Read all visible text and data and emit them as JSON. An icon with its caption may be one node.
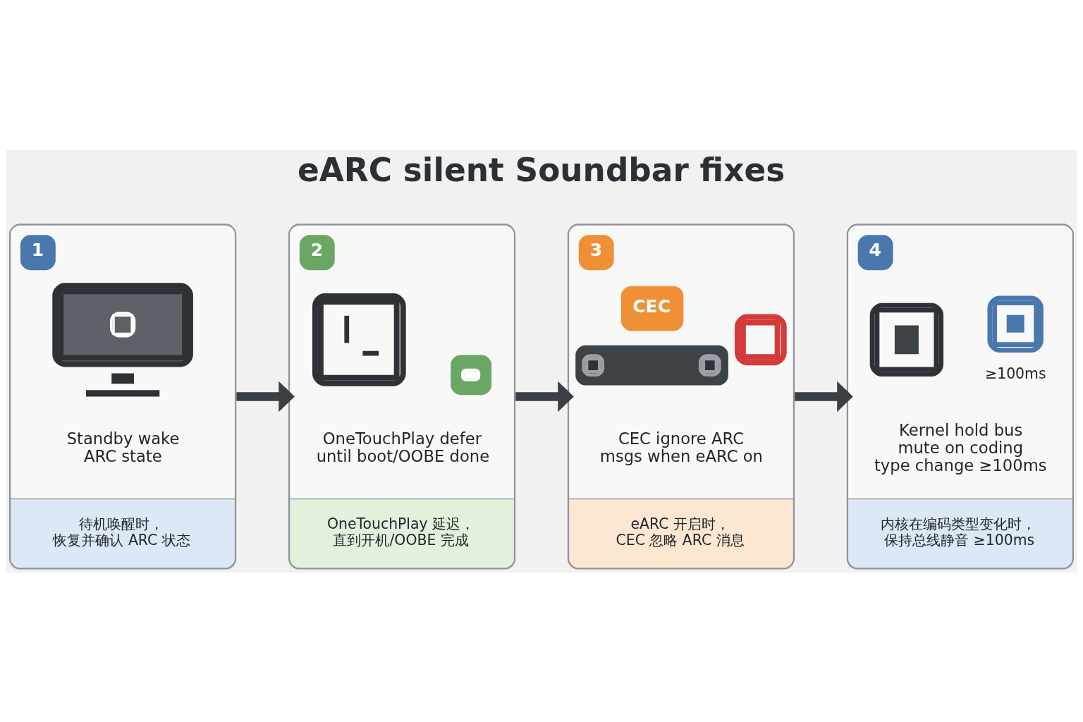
{
  "diagram": {
    "title": "eARC silent Soundbar fixes",
    "nodes": [
      {
        "text": [
          "1",
          "Standby wake ARC state",
          "待机唤醒时，恢复并确认 ARC 状态"
        ]
      },
      {
        "text": [
          "2",
          "OneTouchPlay defer until boot/OOBE done",
          "OneTouchPlay 延迟，直到开机/OOBE 完成"
        ]
      },
      {
        "text": [
          "3",
          "CEC",
          "CEC ignore ARC msgs when eARC on",
          "eARC 开启时，CEC 忽略 ARC 消息"
        ]
      },
      {
        "text": [
          "4",
          "≥100ms",
          "Kernel hold bus mute on coding type change ≥100ms",
          "内核在编码类型变化时，保持总线静音 ≥100ms"
        ]
      }
    ],
    "edges": [
      {
        "from": 0,
        "to": 1,
        "arrow": "to"
      },
      {
        "from": 1,
        "to": 2,
        "arrow": "to"
      },
      {
        "from": 2,
        "to": 3,
        "arrow": "to"
      }
    ]
  }
}
